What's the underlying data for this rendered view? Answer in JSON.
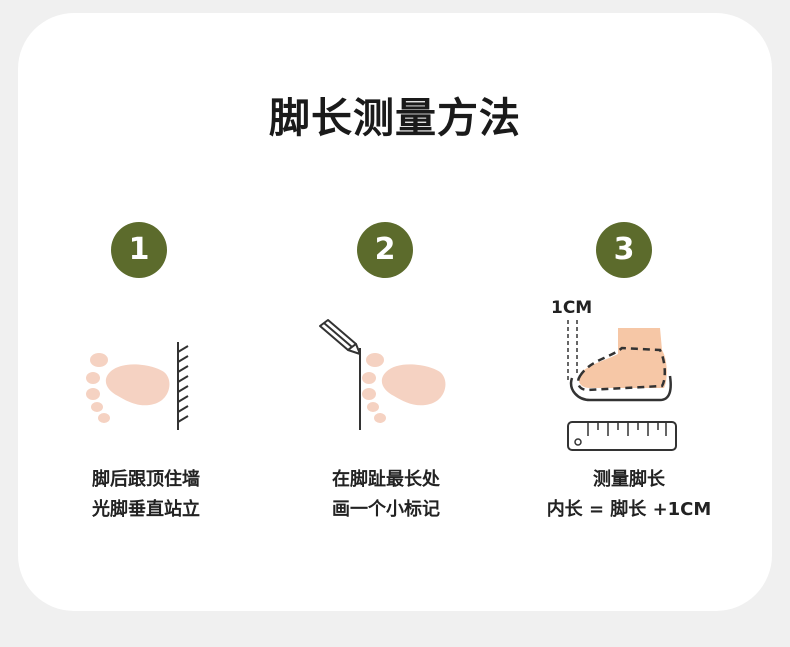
{
  "title": "脚长测量方法",
  "colors": {
    "accent": "#5c6b2c",
    "foot": "#f5d2c2",
    "shoe_foot": "#f6c7a6"
  },
  "steps": [
    {
      "number": "1",
      "lines": [
        "脚后跟顶住墙",
        "光脚垂直站立"
      ],
      "icon": "foot-against-wall-icon"
    },
    {
      "number": "2",
      "lines": [
        "在脚趾最长处",
        "画一个小标记"
      ],
      "icon": "pencil-mark-foot-icon"
    },
    {
      "number": "3",
      "lines": [
        "测量脚长",
        "内长 = 脚长 +1CM"
      ],
      "icon": "shoe-ruler-icon",
      "margin_label": "1CM"
    }
  ]
}
